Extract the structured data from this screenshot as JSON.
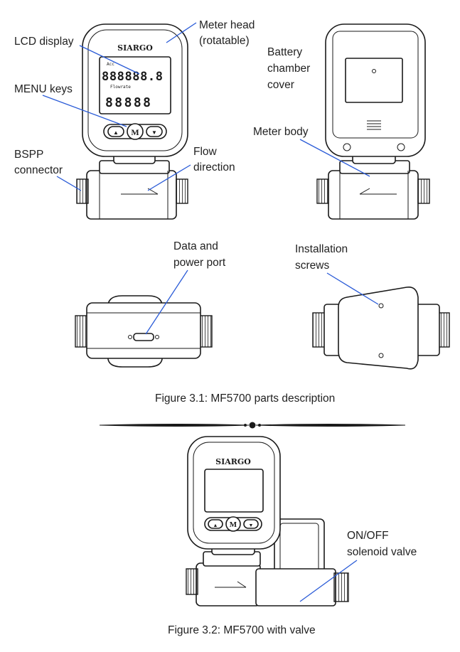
{
  "labels": {
    "lcd_display": "LCD display",
    "meter_head_line1": "Meter head",
    "meter_head_line2": "(rotatable)",
    "menu_keys": "MENU keys",
    "bspp_line1": "BSPP",
    "bspp_line2": "connector",
    "flow_line1": "Flow",
    "flow_line2": "direction",
    "battery_line1": "Battery",
    "battery_line2": "chamber",
    "battery_line3": "cover",
    "meter_body": "Meter body",
    "data_port_line1": "Data and",
    "data_port_line2": "power port",
    "install_line1": "Installation",
    "install_line2": "screws",
    "valve_line1": "ON/OFF",
    "valve_line2": "solenoid valve"
  },
  "captions": {
    "fig1": "Figure 3.1:  MF5700 parts description",
    "fig2": "Figure 3.2:  MF5700 with valve"
  },
  "device": {
    "brand": "SIARGO",
    "lcd_top": "888888.8",
    "lcd_bottom": "88888",
    "lcd_acc": "Acc",
    "lcd_flowrate": "Flowrate",
    "key_menu": "M",
    "key_up": "▲",
    "key_down": "▼"
  }
}
